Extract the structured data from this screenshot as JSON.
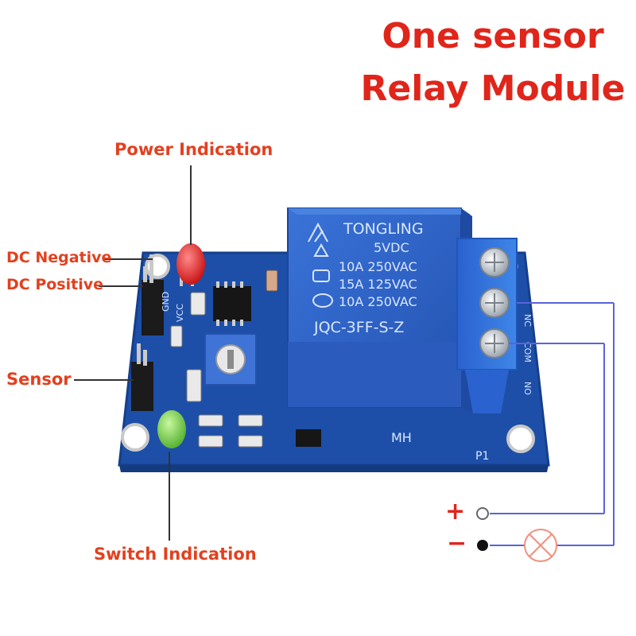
{
  "title": {
    "line1": "One sensor",
    "line2": "Relay Module"
  },
  "labels": {
    "power_indication": "Power Indication",
    "dc_negative": "DC Negative",
    "dc_positive": "DC Positive",
    "sensor": "Sensor",
    "switch_indication": "Switch Indication"
  },
  "relay": {
    "brand": "TONGLING",
    "voltage": "5VDC",
    "rating1": "10A 250VAC",
    "rating2": "15A 125VAC",
    "rating3": "10A 250VAC",
    "model": "JQC-3FF-S-Z"
  },
  "board": {
    "pin_gnd": "GND",
    "pin_vcc": "VCC",
    "pin_nc": "NC",
    "pin_com": "COM",
    "pin_no": "NO",
    "silk_mh": "MH",
    "silk_p1": "P1"
  },
  "terminals": {
    "plus": "+",
    "minus": "−"
  },
  "colors": {
    "accent": "#e0251b",
    "label": "#e3401f",
    "pcb": "#1d4fa8",
    "relay": "#2f63c9",
    "terminal": "#2c6fd6",
    "wire": "#5a63d8"
  }
}
